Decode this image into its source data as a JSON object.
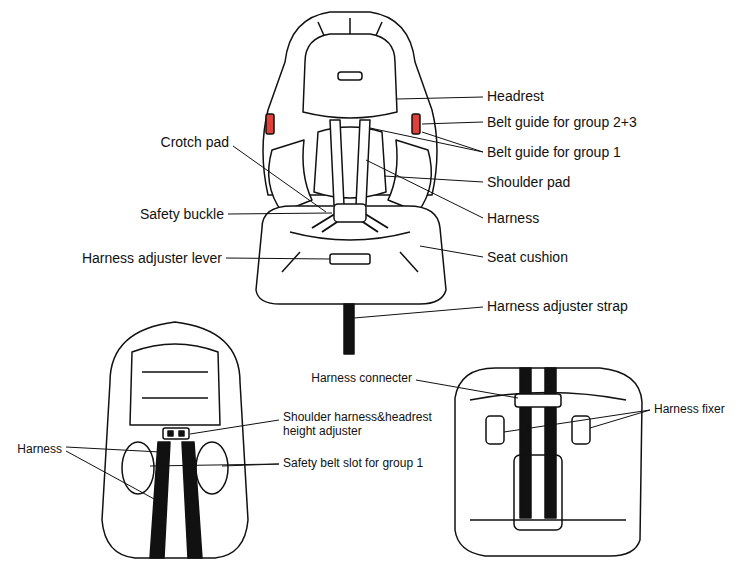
{
  "diagram": {
    "labels": [
      "Headrest",
      "Belt guide for group 2+3",
      "Crotch pad",
      "Belt guide for group 1",
      "Shoulder pad",
      "Safety buckle",
      "Harness",
      "Harness adjuster lever",
      "Seat cushion",
      "Harness adjuster strap",
      "Harness connecter",
      "Harness fixer",
      "Shoulder harness&headrest height adjuster",
      "Harness",
      "Safety belt slot for group 1"
    ]
  }
}
